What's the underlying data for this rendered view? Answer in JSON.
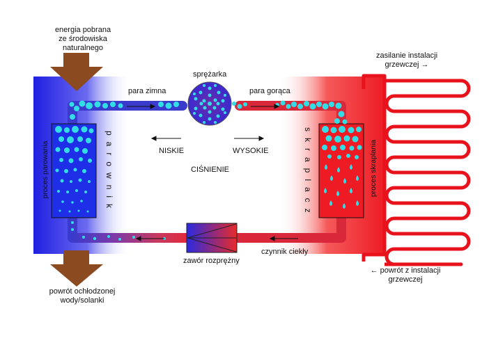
{
  "labels": {
    "energy_in": [
      "energia pobrana",
      "ze środowiska",
      "naturalnego"
    ],
    "return_cooled": [
      "powrót ochłodzonej",
      "wody/solanki"
    ],
    "compressor": "sprężarka",
    "vapor_cold": "para zimna",
    "vapor_hot": "para gorąca",
    "low": "NISKIE",
    "high": "WYSOKIE",
    "pressure": "CIŚNIENIE",
    "evaporator": "parownik",
    "evaporation_process": "proces parowania",
    "condenser": "skraplacz",
    "condensation_process": "proces skraplania",
    "expansion_valve": "zawór rozprężny",
    "liquid_refrigerant": "czynnik ciekły",
    "supply": [
      "zasilanie instalacji",
      "grzewczej →"
    ],
    "return_heating": [
      "← powrót z instalacji",
      "grzewczej"
    ]
  },
  "colors": {
    "cold_blue": "#2222dd",
    "bubble_cyan": "#33dde6",
    "hot_red": "#ee1b24",
    "pipe_purple": "#8a3aa8",
    "arrow_brown": "#8b4a1f",
    "coil_red": "#e8121c"
  }
}
